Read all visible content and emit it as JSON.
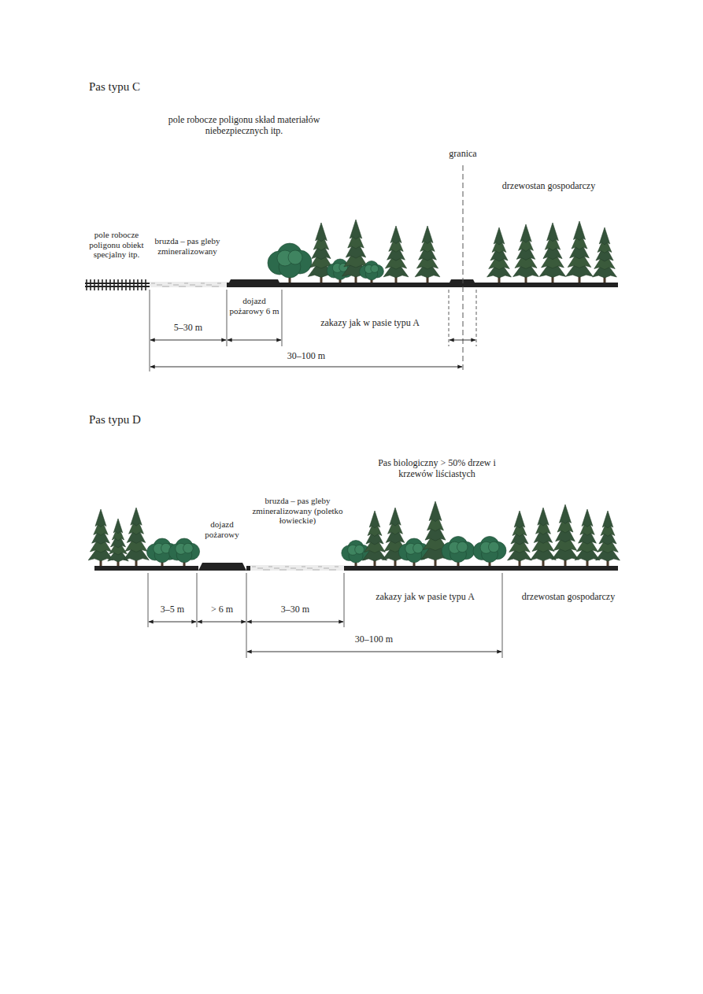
{
  "diagram": {
    "labels": [
      "Pas typu C",
      "pole robocze poligonu skład materiałów niebezpiecznych itp.",
      "granica",
      "drzewostan gospodarczy",
      "pole robocze poligonu obiekt specjalny itp.",
      "bruzda – pas gleby zmineralizowany",
      "dojazd pożarowy 6 m",
      "zakazy jak w pasie typu A",
      "5–30 m",
      "30–100 m",
      "Pas typu D",
      "Pas biologiczny > 50% drzew i krzewów liściastych",
      "dojazd pożarowy",
      "bruzda – pas gleby zmineralizowany (poletko łowieckie)",
      "3–5 m",
      "> 6 m",
      "3–30 m",
      "zakazy jak w pasie typu A",
      "drzewostan gospodarczy",
      "30–100 m"
    ]
  }
}
